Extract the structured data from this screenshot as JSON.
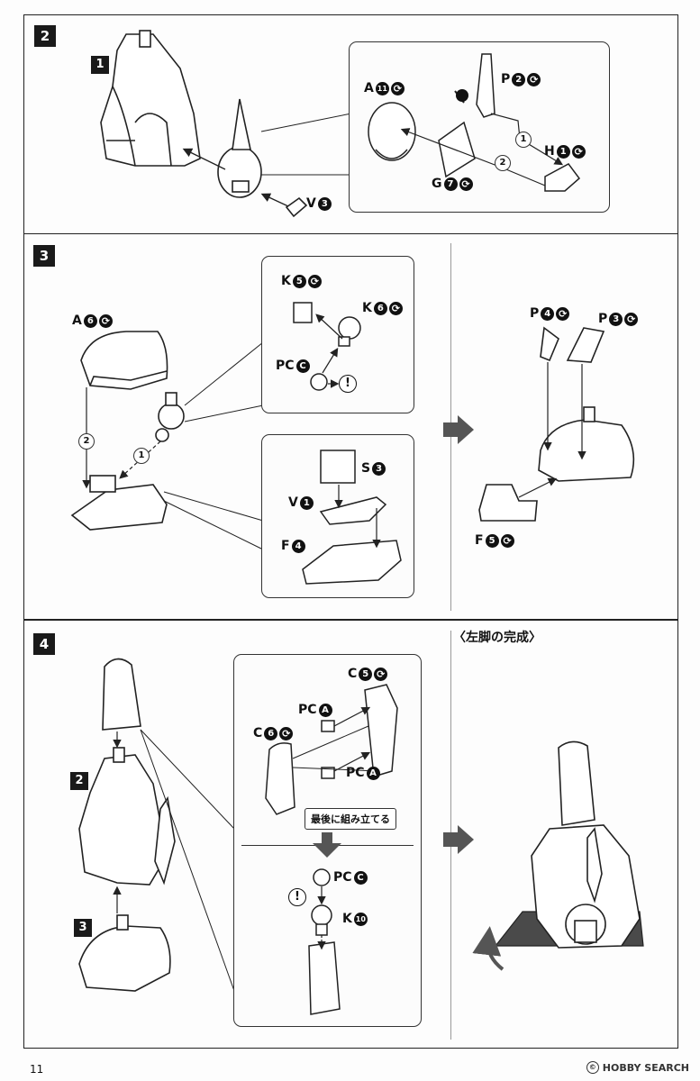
{
  "steps": {
    "s2": "2",
    "s2_sub1": "1",
    "s3": "3",
    "s4": "4",
    "s4_sub2": "2",
    "s4_sub3": "3"
  },
  "step2": {
    "part_a": {
      "letter": "A",
      "num": "11"
    },
    "part_p": {
      "letter": "P",
      "num": "2"
    },
    "part_h": {
      "letter": "H",
      "num": "1"
    },
    "part_g": {
      "letter": "G",
      "num": "7"
    },
    "part_v": {
      "letter": "V",
      "num": "3"
    },
    "order1": "1",
    "order2": "2"
  },
  "step3": {
    "part_a": {
      "letter": "A",
      "num": "6"
    },
    "part_k5": {
      "letter": "K",
      "num": "5"
    },
    "part_k6": {
      "letter": "K",
      "num": "6"
    },
    "part_pc": {
      "letter": "PC",
      "num": "C"
    },
    "part_s": {
      "letter": "S",
      "num": "3"
    },
    "part_v": {
      "letter": "V",
      "num": "1"
    },
    "part_f4": {
      "letter": "F",
      "num": "4"
    },
    "part_p4": {
      "letter": "P",
      "num": "4"
    },
    "part_p3": {
      "letter": "P",
      "num": "3"
    },
    "part_f5": {
      "letter": "F",
      "num": "5"
    },
    "order1": "1",
    "order2": "2",
    "caution": "!"
  },
  "step4": {
    "title": "〈左脚の完成〉",
    "part_c5": {
      "letter": "C",
      "num": "5"
    },
    "part_c6": {
      "letter": "C",
      "num": "6"
    },
    "part_pca1": {
      "letter": "PC",
      "num": "A"
    },
    "part_pca2": {
      "letter": "PC",
      "num": "A"
    },
    "part_pcc": {
      "letter": "PC",
      "num": "C"
    },
    "part_k10": {
      "letter": "K",
      "num": "10"
    },
    "note": "最後に組み立てる",
    "caution": "!"
  },
  "footer": {
    "page_number": "11",
    "watermark": "HOBBY SEARCH"
  },
  "colors": {
    "ink": "#111111",
    "paper": "#fdfdfd",
    "shadow": "#4a4a4a"
  }
}
